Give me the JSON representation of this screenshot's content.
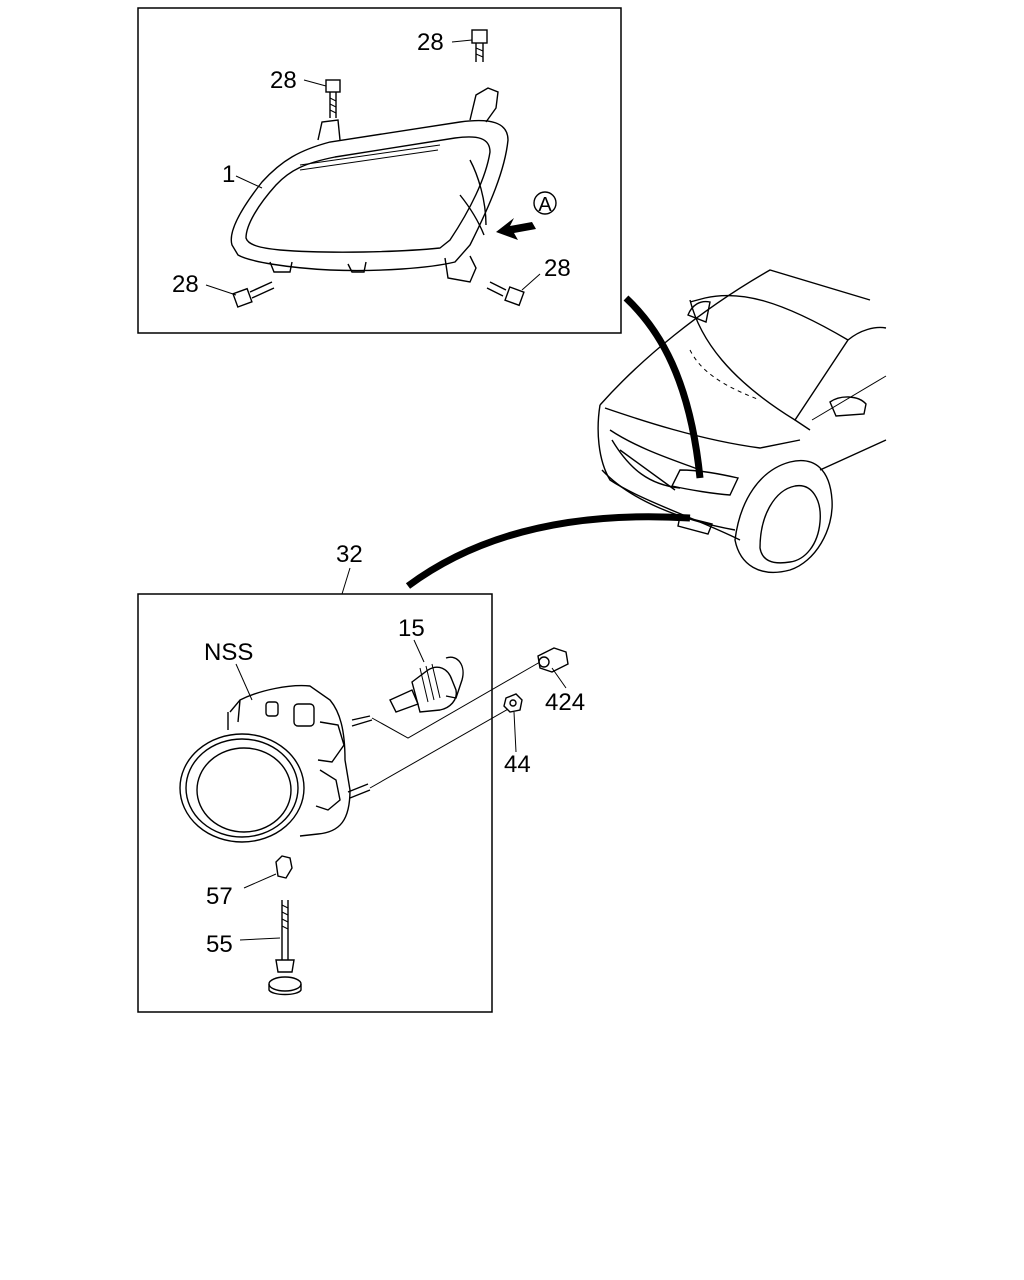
{
  "headlamp_inset": {
    "part_labels": {
      "headlamp": "1",
      "bolt_top_left": "28",
      "bolt_top_right": "28",
      "bolt_bottom_left": "28",
      "bolt_bottom_right": "28"
    },
    "view_marker": "A"
  },
  "foglamp_inset": {
    "assembly_label": "32",
    "part_labels": {
      "housing": "NSS",
      "bulb": "15",
      "clip_nut": "424",
      "nut": "44",
      "grommet": "57",
      "adjuster_screw": "55"
    }
  },
  "icons": {
    "vehicle": "vehicle-front-view-icon",
    "view_arrow": "view-direction-arrow-icon"
  }
}
